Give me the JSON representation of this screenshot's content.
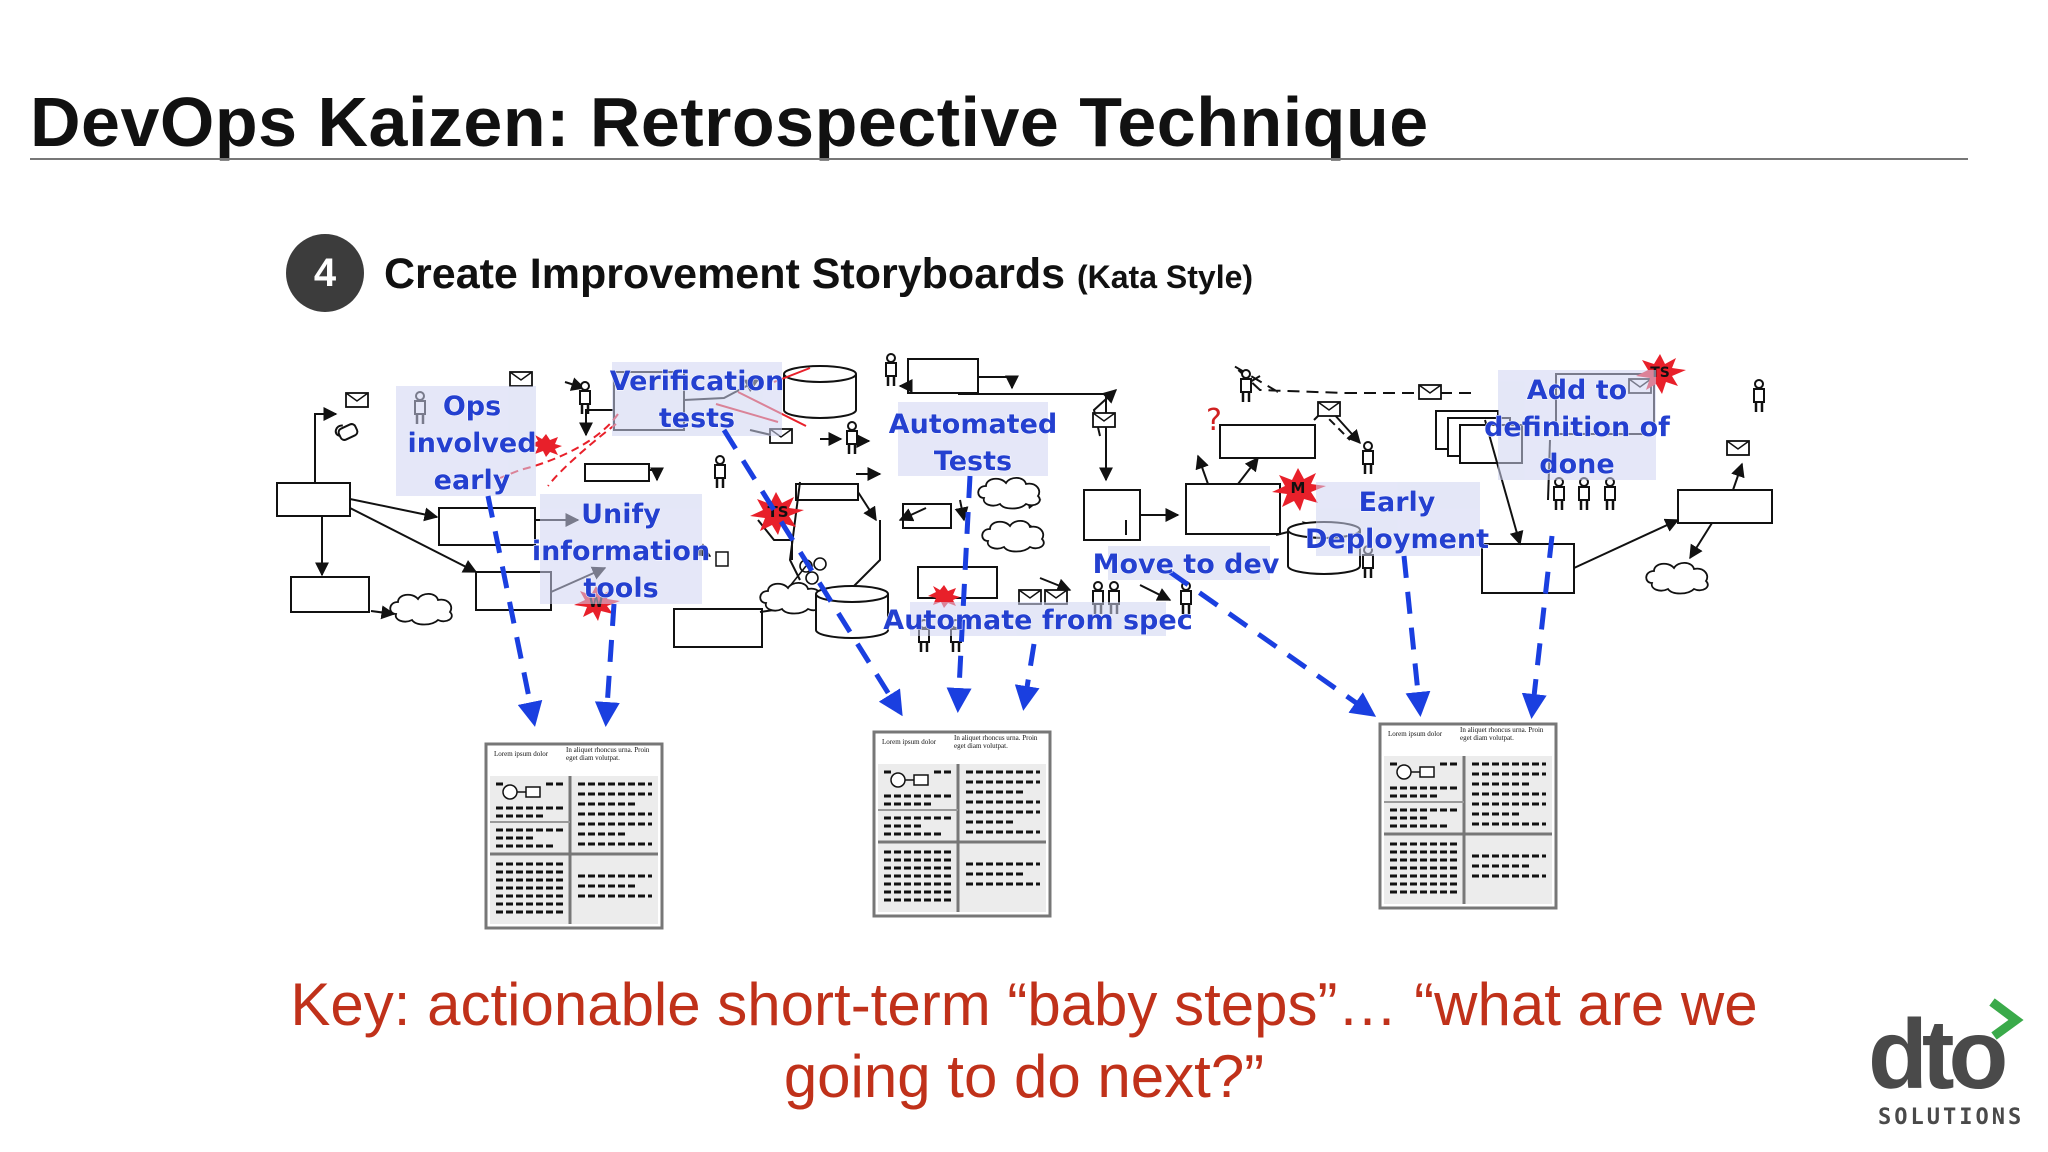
{
  "slide": {
    "title": "DevOps Kaizen:  Retrospective Technique",
    "step_number": "4",
    "step_heading": "Create Improvement Storyboards",
    "step_heading_suffix": "(Kata Style)"
  },
  "diagram_labels": {
    "ops_involved_early": [
      "Ops",
      "involved",
      "early"
    ],
    "verification_tests": [
      "Verification",
      "tests"
    ],
    "automated_tests": [
      "Automated",
      "Tests"
    ],
    "unify_information_tools": [
      "Unify",
      "information",
      "tools"
    ],
    "move_to_dev": "Move to dev",
    "automate_from_spec": "Automate from spec",
    "early_deployment": [
      "Early",
      "Deployment"
    ],
    "add_to_definition_of_done": [
      "Add to",
      "definition of",
      "done"
    ]
  },
  "burst_markers": [
    "TS",
    "M",
    "TS",
    "W"
  ],
  "question_mark": "?",
  "storyboard": {
    "left_header": "Lorem ipsum dolor",
    "right_header": [
      "In aliquet rhoncus urna. Proin",
      "eget diam volutpat."
    ]
  },
  "key_message": {
    "line1": "Key: actionable short-term “baby steps”… “what are we",
    "line2": "going to do next?”"
  },
  "logo": {
    "wordmark": "dto",
    "tagline": "SOLUTIONS"
  },
  "colors": {
    "label_blue": "#2440d0",
    "arrow_blue": "#1a3fe0",
    "burst_red": "#e8202a",
    "key_red": "#c0311a",
    "logo_grey": "#4a4a4a",
    "logo_green": "#3aaa4a"
  }
}
